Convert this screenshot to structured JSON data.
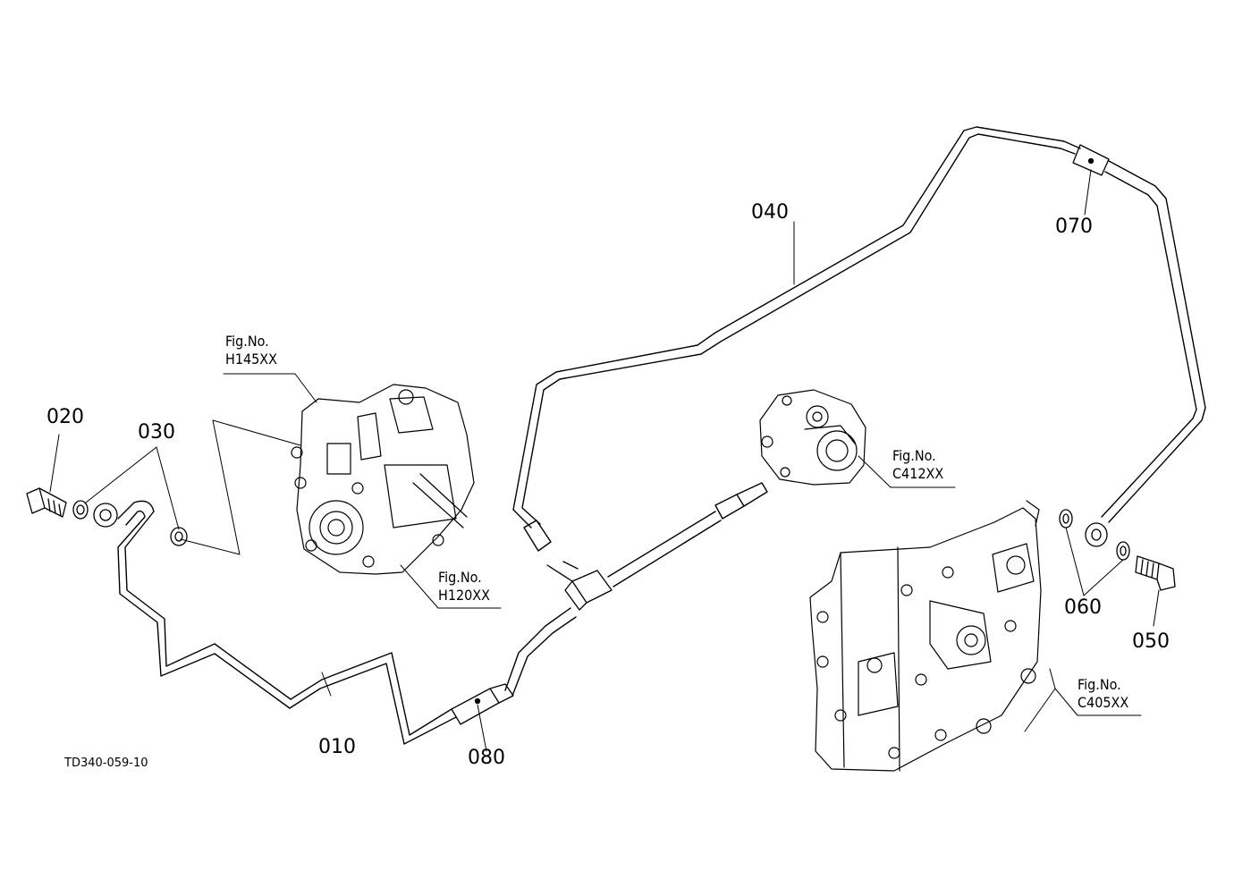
{
  "drawing": {
    "id": "TD340-059-10"
  },
  "parts": [
    {
      "code": "010"
    },
    {
      "code": "020"
    },
    {
      "code": "030"
    },
    {
      "code": "040"
    },
    {
      "code": "050"
    },
    {
      "code": "060"
    },
    {
      "code": "070"
    },
    {
      "code": "080"
    }
  ],
  "figure_references": [
    {
      "prefix": "Fig.No.",
      "code": "H145XX"
    },
    {
      "prefix": "Fig.No.",
      "code": "H120XX"
    },
    {
      "prefix": "Fig.No.",
      "code": "C412XX"
    },
    {
      "prefix": "Fig.No.",
      "code": "C405XX"
    }
  ],
  "colors": {
    "line": "#000000",
    "background": "#ffffff"
  }
}
